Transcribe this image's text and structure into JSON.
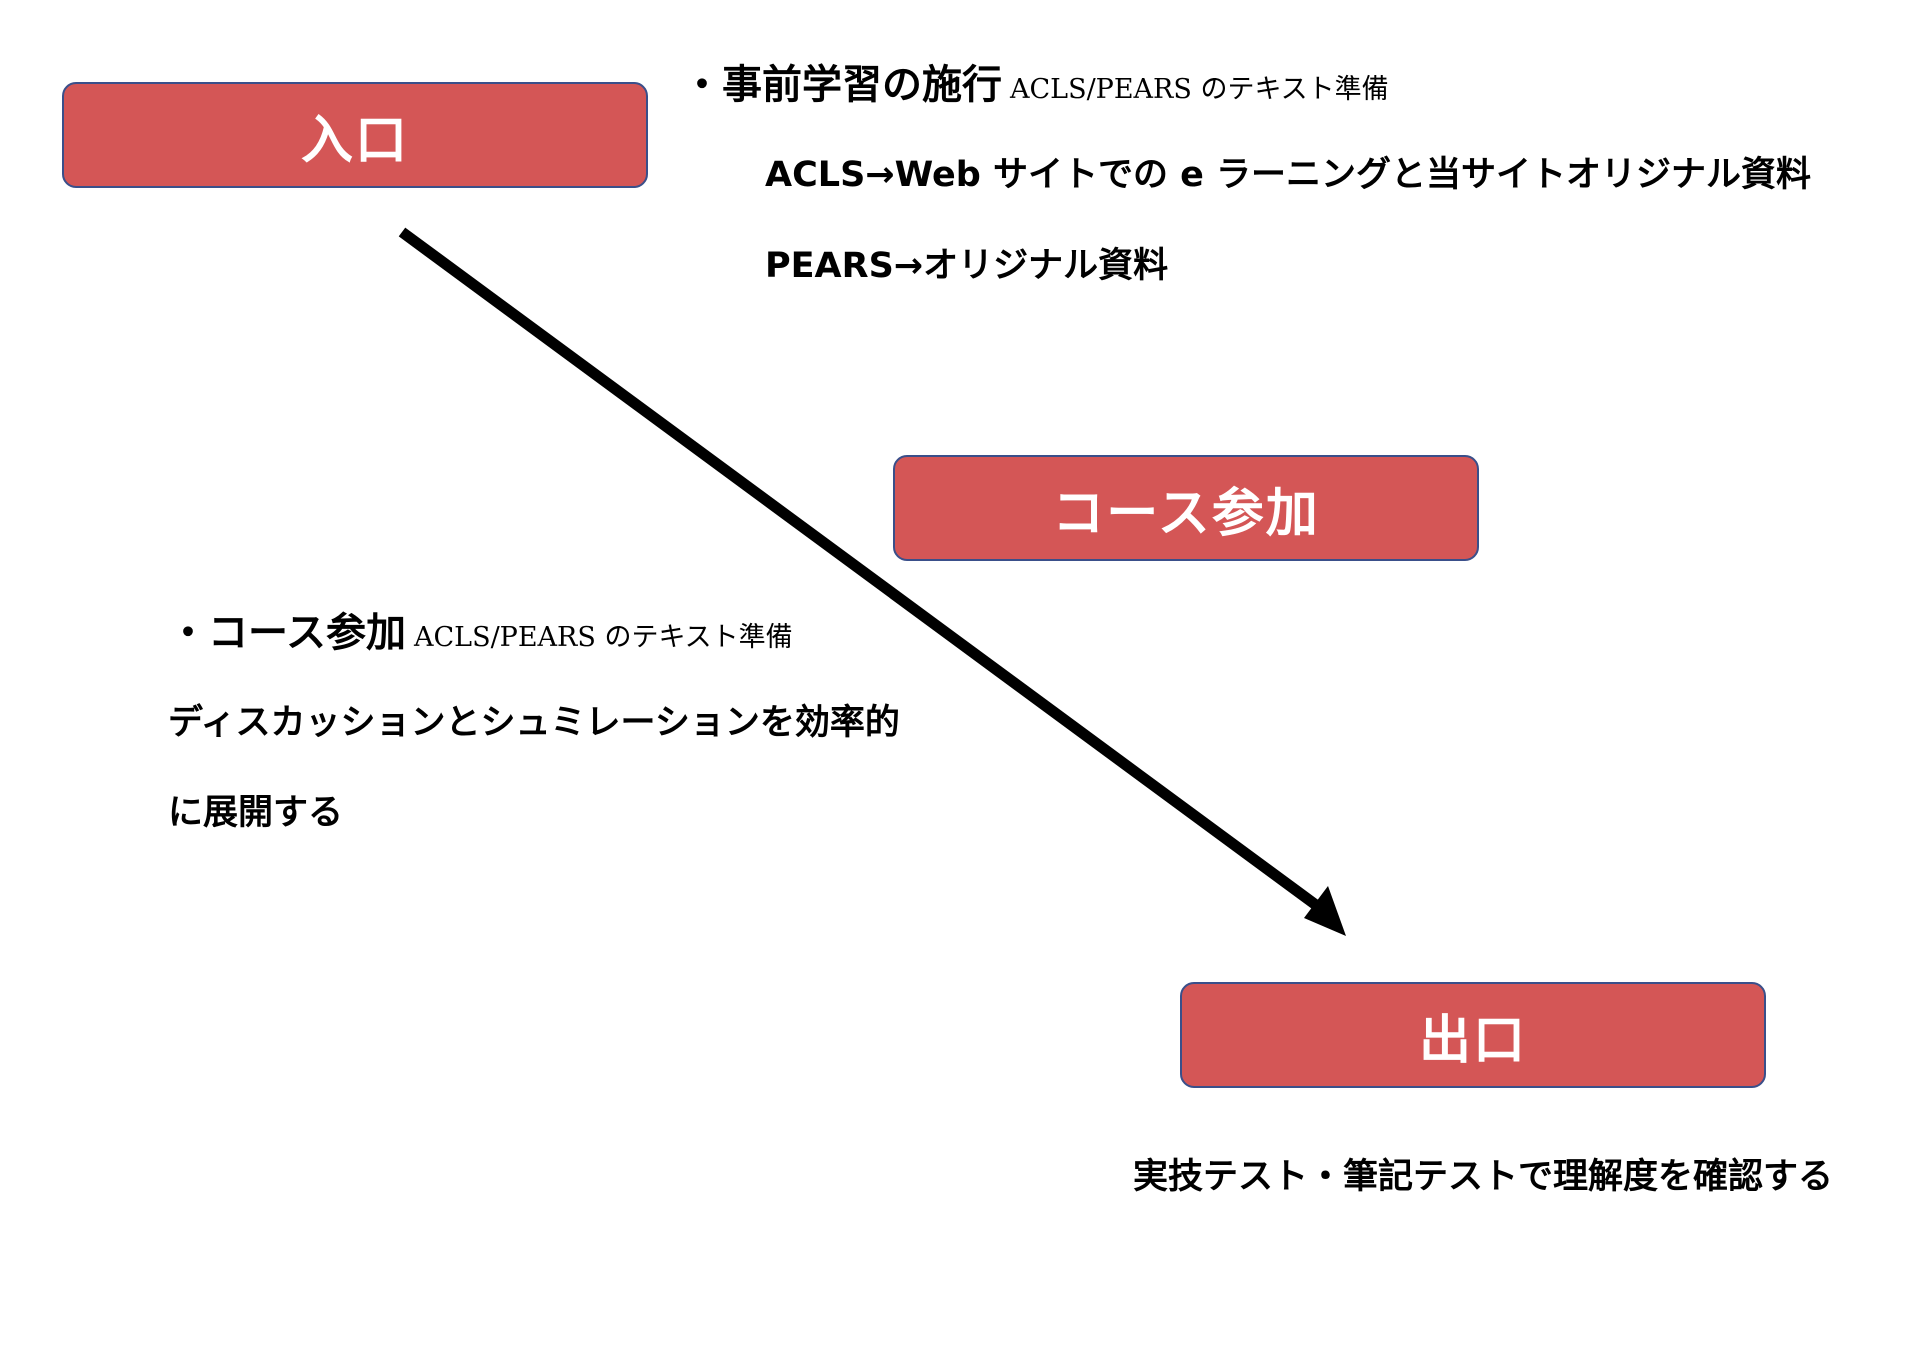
{
  "boxes": {
    "entry": "入口",
    "course": "コース参加",
    "exit": "出口"
  },
  "pre_study": {
    "heading": "・事前学習の施行",
    "heading_note": "ACLS/PEARS のテキスト準備",
    "line1": "ACLS→Web サイトでの e ラーニングと当サイトオリジナル資料",
    "line2": "PEARS→オリジナル資料"
  },
  "course": {
    "heading": "・コース参加",
    "heading_note": "ACLS/PEARS のテキスト準備",
    "line1": "ディスカッションとシュミレーションを効率的",
    "line2": "に展開する"
  },
  "exit_note": "実技テスト・筆記テストで理解度を確認する",
  "colors": {
    "box_fill": "#d45656",
    "box_border": "#3a4f8a",
    "box_text": "#ffffff",
    "arrow": "#000000"
  }
}
